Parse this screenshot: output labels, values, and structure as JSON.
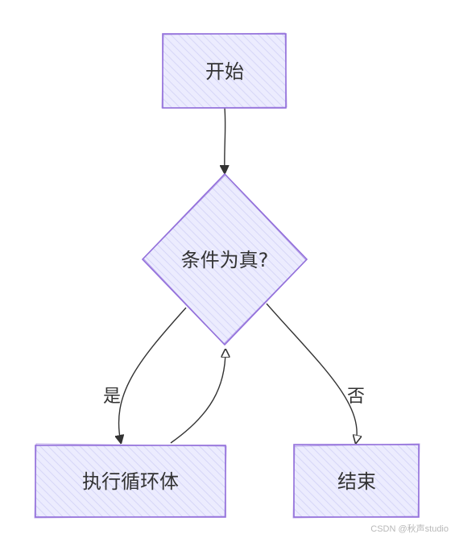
{
  "colors": {
    "node_fill": "#ececfe",
    "node_hatch": "#d6d6f7",
    "node_stroke": "#9370db",
    "edge_stroke": "#333333",
    "text": "#333333",
    "background": "#ffffff"
  },
  "nodes": {
    "start": {
      "label": "开始",
      "shape": "rectangle"
    },
    "condition": {
      "label": "条件为真?",
      "shape": "diamond"
    },
    "loop_body": {
      "label": "执行循环体",
      "shape": "rectangle"
    },
    "end": {
      "label": "结束",
      "shape": "rectangle"
    }
  },
  "edges": [
    {
      "from": "start",
      "to": "condition",
      "label": ""
    },
    {
      "from": "condition",
      "to": "loop_body",
      "label": "是"
    },
    {
      "from": "loop_body",
      "to": "condition",
      "label": ""
    },
    {
      "from": "condition",
      "to": "end",
      "label": "否"
    }
  ],
  "edge_labels": {
    "yes": "是",
    "no": "否"
  },
  "watermark": "CSDN @秋声studio"
}
